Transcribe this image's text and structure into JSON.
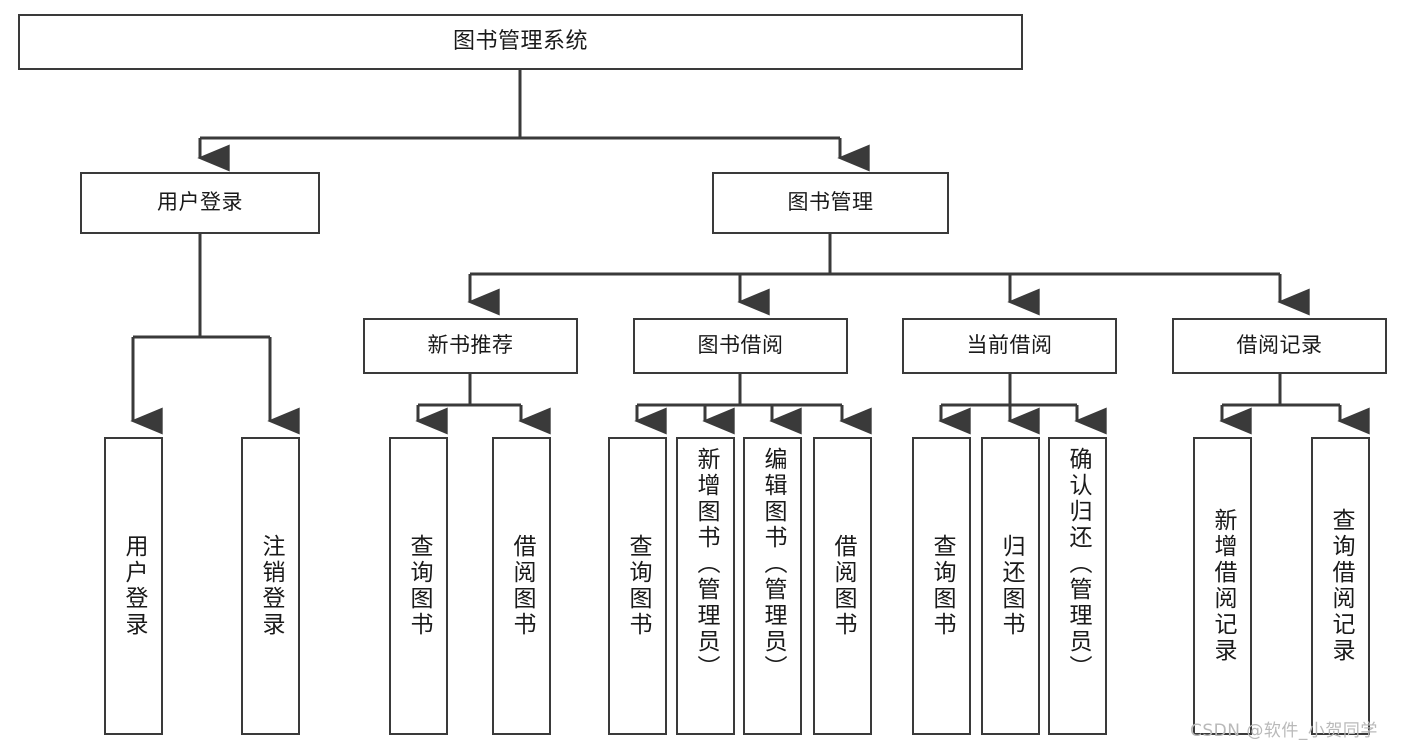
{
  "diagram": {
    "type": "tree",
    "title": "图书管理系统",
    "colors": {
      "stroke": "#3a3a3a",
      "fill": "#ffffff",
      "text": "#1a1a1a",
      "watermark": "#b9b9b9"
    },
    "root": {
      "label": "图书管理系统"
    },
    "level2": [
      {
        "label": "用户登录"
      },
      {
        "label": "图书管理"
      }
    ],
    "level3": [
      {
        "label": "新书推荐"
      },
      {
        "label": "图书借阅"
      },
      {
        "label": "当前借阅"
      },
      {
        "label": "借阅记录"
      }
    ],
    "leaves": {
      "user_login": [
        {
          "label": "用户登录"
        },
        {
          "label": "注销登录"
        }
      ],
      "new_book": [
        {
          "label": "查询图书"
        },
        {
          "label": "借阅图书"
        }
      ],
      "book_borrow": [
        {
          "label": "查询图书"
        },
        {
          "label": "新增图书（管理员）"
        },
        {
          "label": "编辑图书（管理员）"
        },
        {
          "label": "借阅图书"
        }
      ],
      "current_borrow": [
        {
          "label": "查询图书"
        },
        {
          "label": "归还图书"
        },
        {
          "label": "确认归还（管理员）"
        }
      ],
      "borrow_record": [
        {
          "label": "新增借阅记录"
        },
        {
          "label": "查询借阅记录"
        }
      ]
    }
  },
  "watermark": {
    "text": "CSDN @软件_小贺同学"
  }
}
